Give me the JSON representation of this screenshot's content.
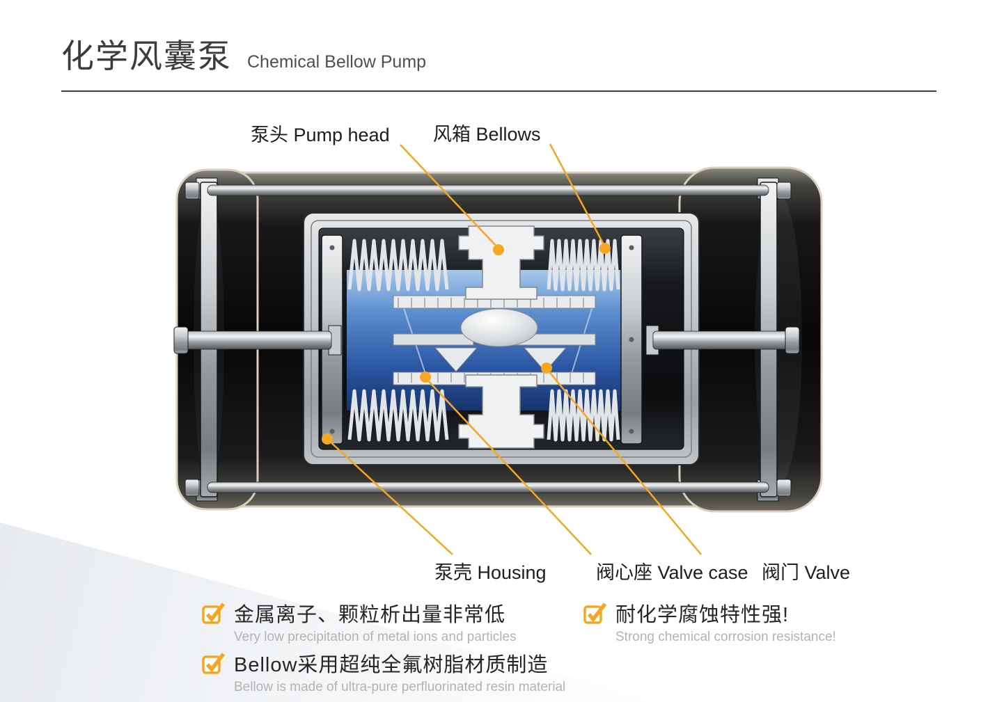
{
  "accent_color": "#F5A623",
  "header": {
    "title_zh": "化学风囊泵",
    "title_en": "Chemical Bellow Pump"
  },
  "diagram": {
    "labels": {
      "pump_head": "泵头 Pump head",
      "bellows": "风箱 Bellows",
      "housing": "泵壳 Housing",
      "valve_case": "阀心座 Valve case",
      "valve": "阀门 Valve"
    }
  },
  "features": [
    {
      "zh": "金属离子、颗粒析出量非常低",
      "en": "Very low precipitation of metal ions and particles"
    },
    {
      "zh": "耐化学腐蚀特性强!",
      "en": "Strong chemical corrosion resistance!"
    },
    {
      "zh": "Bellow采用超纯全氟树脂材质制造",
      "en": "Bellow is made of ultra-pure perfluorinated resin material"
    }
  ]
}
